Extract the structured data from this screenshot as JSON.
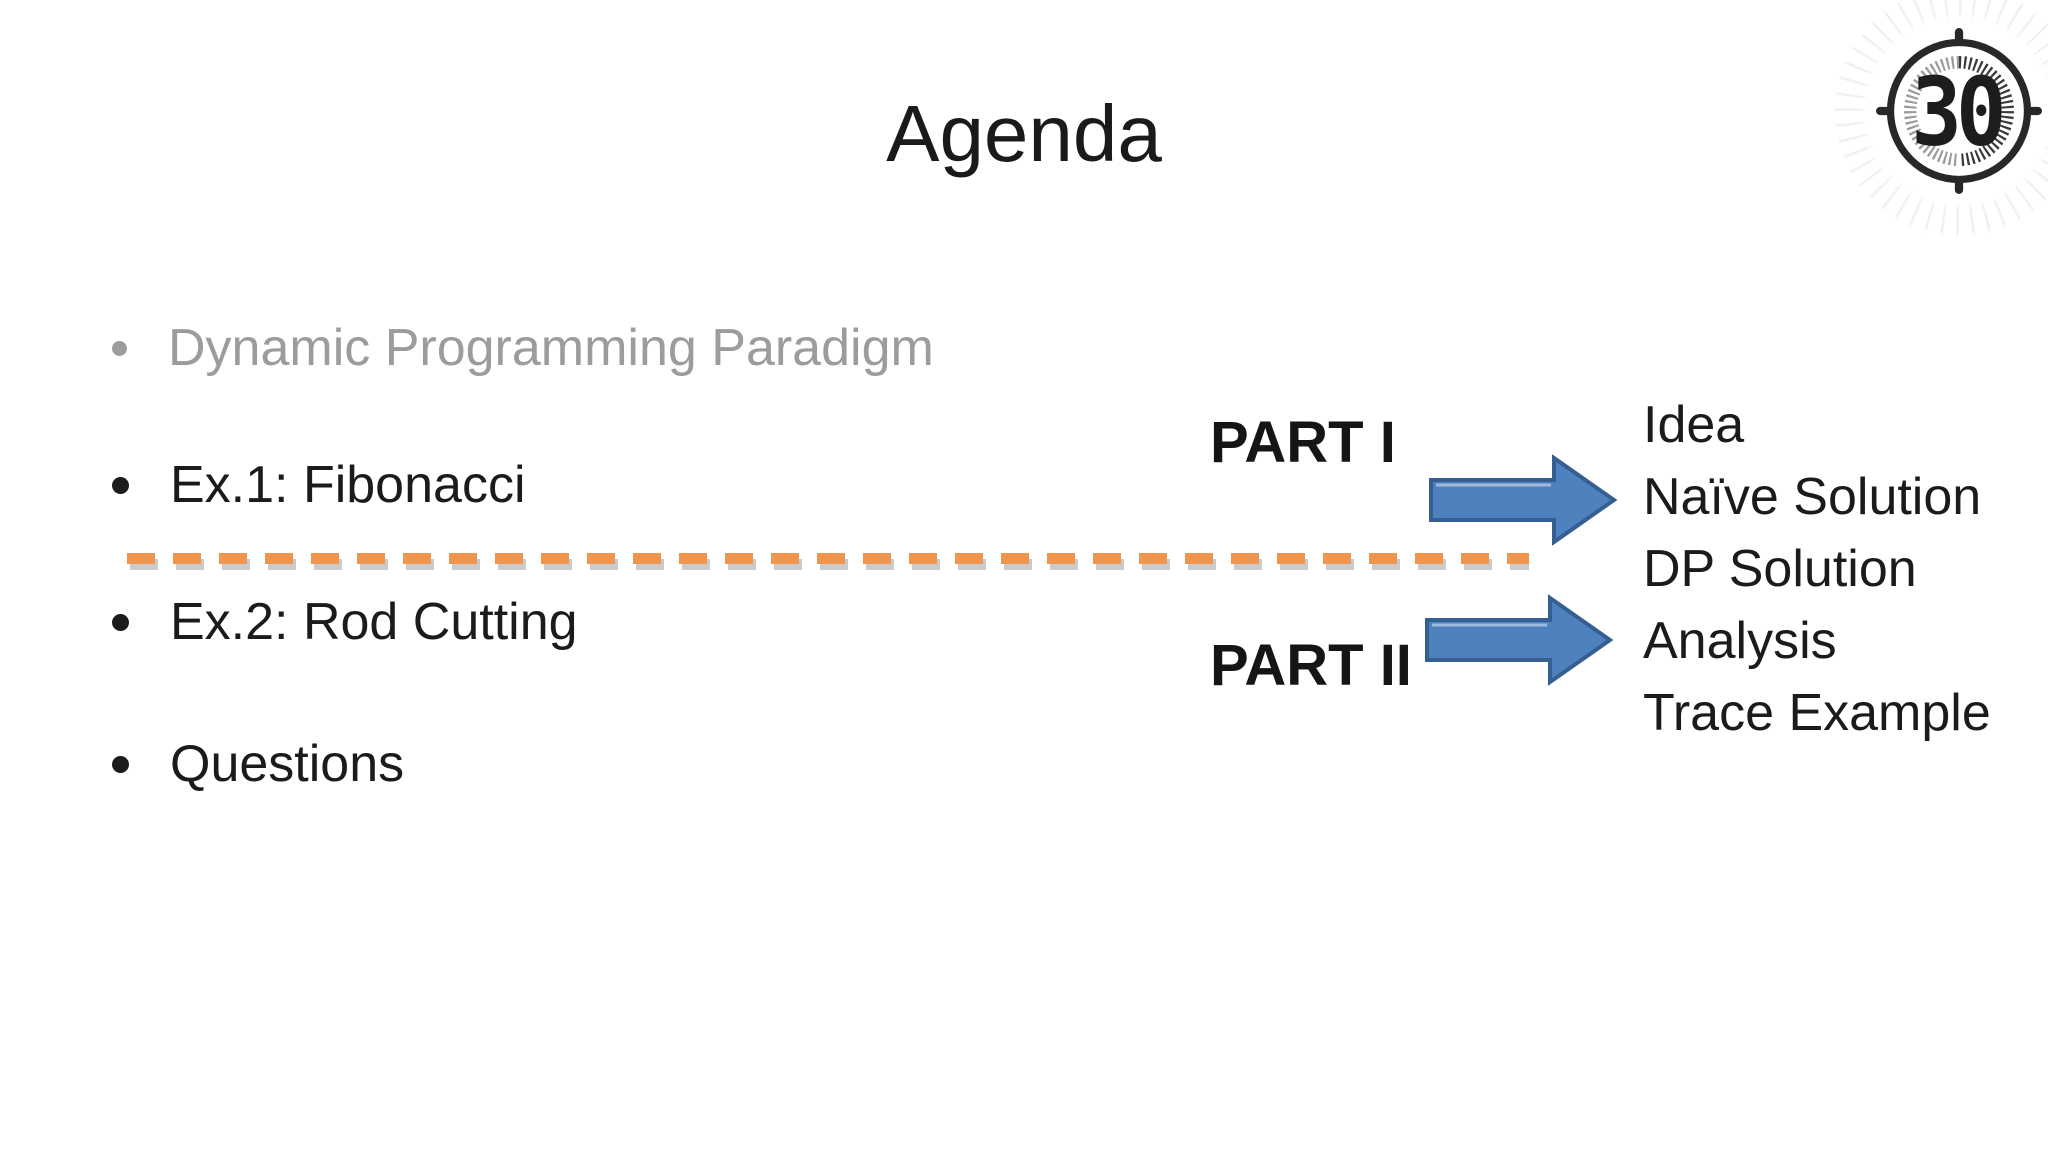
{
  "slide": {
    "title": "Agenda",
    "timer": {
      "value": "30"
    },
    "agenda": [
      {
        "label": "Dynamic Programming Paradigm",
        "muted": true
      },
      {
        "label": "Ex.1: Fibonacci",
        "muted": false
      },
      {
        "label": "Ex.2: Rod Cutting",
        "muted": false
      },
      {
        "label": "Questions",
        "muted": false
      }
    ],
    "parts": [
      {
        "label": "PART I"
      },
      {
        "label": "PART II"
      }
    ],
    "topics": [
      "Idea",
      "Naïve Solution",
      "DP Solution",
      "Analysis",
      "Trace Example"
    ],
    "colors": {
      "text": "#1B1B1B",
      "muted_text": "#9C9C9C",
      "divider_orange": "#F0954E",
      "arrow_fill": "#4E81BD",
      "arrow_border": "#365F91"
    }
  }
}
